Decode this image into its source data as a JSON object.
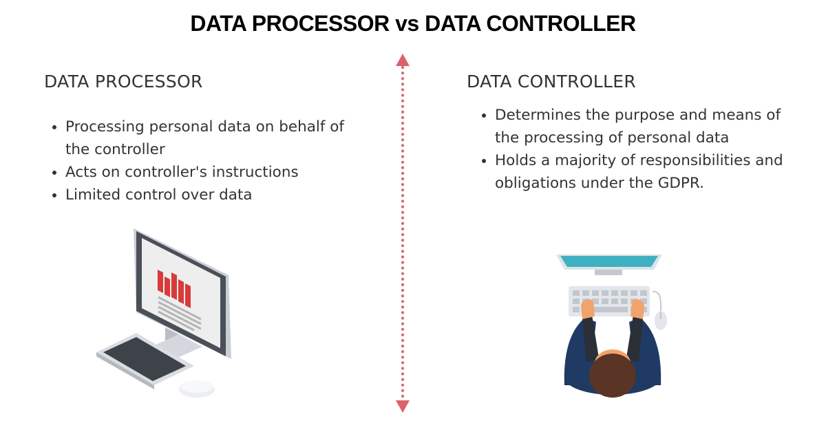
{
  "title": "DATA PROCESSOR vs DATA CONTROLLER",
  "processor": {
    "heading": "DATA PROCESSOR",
    "points": [
      "Processing personal data on behalf of the controller",
      "Acts on controller's instructions",
      "Limited control over data"
    ],
    "illustration_icon": "desktop-computer-icon"
  },
  "controller": {
    "heading": "DATA CONTROLLER",
    "points": [
      "Determines the purpose and means of the processing of personal data",
      "Holds a majority of responsibilities and obligations under the GDPR."
    ],
    "illustration_icon": "person-at-computer-icon"
  },
  "colors": {
    "divider": "#d9626b",
    "chart_bars": "#d93a3a",
    "monitor_teal": "#3fb0c2",
    "shirt": "#1f3a63",
    "hair": "#5a3526",
    "skin": "#f2a36b"
  }
}
